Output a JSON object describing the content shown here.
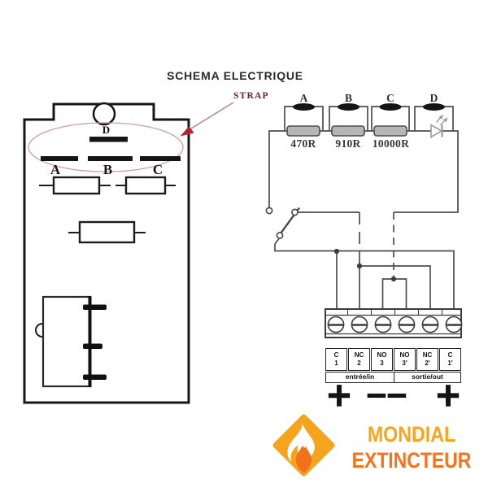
{
  "title": "SCHEMA ELECTRIQUE",
  "callout": {
    "label": "STRAP"
  },
  "board": {
    "strap_d": "D",
    "straps": [
      "A",
      "B",
      "C"
    ]
  },
  "circuit": {
    "branches": [
      "A",
      "B",
      "C",
      "D"
    ],
    "values": [
      "470R",
      "910R",
      "10000R"
    ]
  },
  "terminals": {
    "cells": [
      {
        "t": "C",
        "n": "1"
      },
      {
        "t": "NC",
        "n": "2"
      },
      {
        "t": "NO",
        "n": "3"
      },
      {
        "t": "NO",
        "n": "3'"
      },
      {
        "t": "NC",
        "n": "2'"
      },
      {
        "t": "C",
        "n": "1'"
      }
    ],
    "group_in": "entrée/in",
    "group_out": "sortie/out",
    "polarity": [
      "+",
      "−",
      "−",
      "+"
    ]
  },
  "logo": {
    "line1": "MONDIAL",
    "line2": "EXTINCTEUR"
  },
  "colors": {
    "brand_yellow": "#F6A41D",
    "brand_orange": "#F4731F",
    "text_yellow": "#F9A51B",
    "accent_red": "#B02430",
    "ellipse_pink": "#D59AA6",
    "wire_gray": "#4D4D4D"
  }
}
